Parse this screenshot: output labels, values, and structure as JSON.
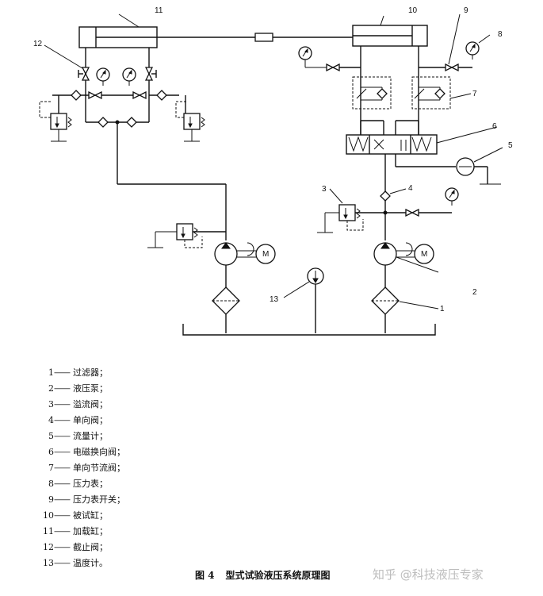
{
  "diagram": {
    "callouts": [
      "1",
      "2",
      "3",
      "4",
      "5",
      "6",
      "7",
      "8",
      "9",
      "10",
      "11",
      "12",
      "13"
    ],
    "motor_label": "M"
  },
  "legend": [
    {
      "num": "1",
      "dash": "——",
      "text": "过滤器；"
    },
    {
      "num": "2",
      "dash": "——",
      "text": "液压泵；"
    },
    {
      "num": "3",
      "dash": "——",
      "text": "溢流阀；"
    },
    {
      "num": "4",
      "dash": "——",
      "text": "单向阀；"
    },
    {
      "num": "5",
      "dash": "——",
      "text": "流量计；"
    },
    {
      "num": "6",
      "dash": "——",
      "text": "电磁换向阀；"
    },
    {
      "num": "7",
      "dash": "——",
      "text": "单向节流阀；"
    },
    {
      "num": "8",
      "dash": "——",
      "text": "压力表；"
    },
    {
      "num": "9",
      "dash": "——",
      "text": "压力表开关；"
    },
    {
      "num": "10",
      "dash": "——",
      "text": "被试缸；"
    },
    {
      "num": "11",
      "dash": "——",
      "text": "加载缸；"
    },
    {
      "num": "12",
      "dash": "——",
      "text": "截止阀；"
    },
    {
      "num": "13",
      "dash": "——",
      "text": "温度计。"
    }
  ],
  "caption": {
    "figure": "图 4",
    "title": "型式试验液压系统原理图"
  },
  "watermark": "知乎 @科技液压专家"
}
